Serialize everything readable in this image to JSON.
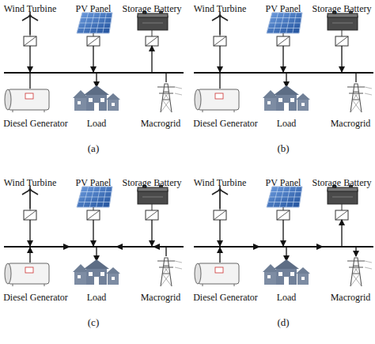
{
  "diagram": {
    "nodes": [
      {
        "text": [
          "Wind Turbine"
        ]
      },
      {
        "text": [
          "PV Panel"
        ]
      },
      {
        "text": [
          "Storage Battery"
        ]
      },
      {
        "text": [
          "Diesel Generator"
        ]
      },
      {
        "text": [
          "Load"
        ]
      },
      {
        "text": [
          "Macrogrid"
        ]
      },
      {
        "text": [
          "Wind Turbine"
        ]
      },
      {
        "text": [
          "PV Panel"
        ]
      },
      {
        "text": [
          "Storage Battery"
        ]
      },
      {
        "text": [
          "Diesel Generator"
        ]
      },
      {
        "text": [
          "Load"
        ]
      },
      {
        "text": [
          "Macrogrid"
        ]
      },
      {
        "text": [
          "Wind Turbine"
        ]
      },
      {
        "text": [
          "PV Panel"
        ]
      },
      {
        "text": [
          "Storage Battery"
        ]
      },
      {
        "text": [
          "Diesel Generator"
        ]
      },
      {
        "text": [
          "Load"
        ]
      },
      {
        "text": [
          "Macrogrid"
        ]
      },
      {
        "text": [
          "Wind Turbine"
        ]
      },
      {
        "text": [
          "PV Panel"
        ]
      },
      {
        "text": [
          "Storage Battery"
        ]
      },
      {
        "text": [
          "Diesel Generator"
        ]
      },
      {
        "text": [
          "Load"
        ]
      },
      {
        "text": [
          "Macrogrid"
        ]
      }
    ],
    "labels": [
      "(a)",
      "(b)",
      "(c)",
      "(d)"
    ]
  }
}
